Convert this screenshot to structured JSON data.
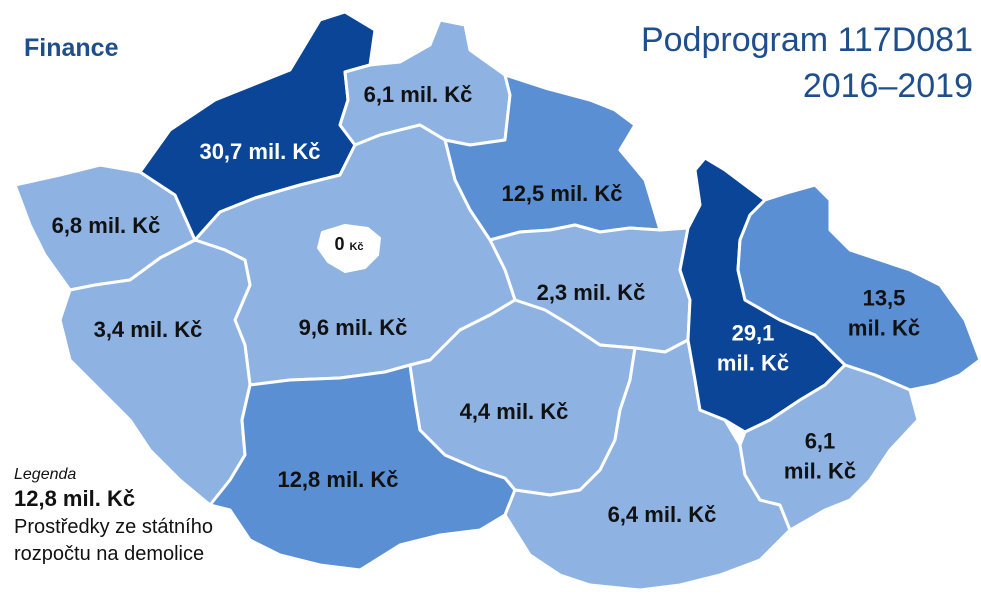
{
  "header": {
    "left_title": "Finance",
    "title_line1": "Podprogram 117D081",
    "title_line2": "2016–2019"
  },
  "colors": {
    "light": "#8eb3e3",
    "medium": "#5a8fd4",
    "dark": "#0b4597",
    "prague": "#ffffff"
  },
  "regions": {
    "karlovy_vary": {
      "value": "6,8 mil. Kč",
      "tier": "light"
    },
    "usti": {
      "value": "30,7 mil. Kč",
      "tier": "dark"
    },
    "liberec": {
      "value": "6,1 mil. Kč",
      "tier": "light"
    },
    "hradec": {
      "value": "12,5 mil. Kč",
      "tier": "medium"
    },
    "pardubice": {
      "value": "2,3 mil. Kč",
      "tier": "light"
    },
    "central_bohemia": {
      "value": "9,6 mil. Kč",
      "tier": "light"
    },
    "prague": {
      "value_num": "0",
      "value_unit": "Kč",
      "tier": "prague"
    },
    "plzen": {
      "value": "3,4 mil. Kč",
      "tier": "light"
    },
    "south_bohemia": {
      "value": "12,8 mil. Kč",
      "tier": "medium"
    },
    "vysocina": {
      "value": "4,4 mil. Kč",
      "tier": "light"
    },
    "south_moravia": {
      "value": "6,4 mil. Kč",
      "tier": "light"
    },
    "olomouc": {
      "value_line1": "29,1",
      "value_line2": "mil. Kč",
      "tier": "dark"
    },
    "moravia_silesia": {
      "value_line1": "13,5",
      "value_line2": "mil. Kč",
      "tier": "medium"
    },
    "zlin": {
      "value_line1": "6,1",
      "value_line2": "mil. Kč",
      "tier": "light"
    }
  },
  "legend": {
    "title": "Legenda",
    "value": "12,8 mil. Kč",
    "desc_line1": "Prostředky ze státního",
    "desc_line2": "rozpočtu na demolice"
  }
}
